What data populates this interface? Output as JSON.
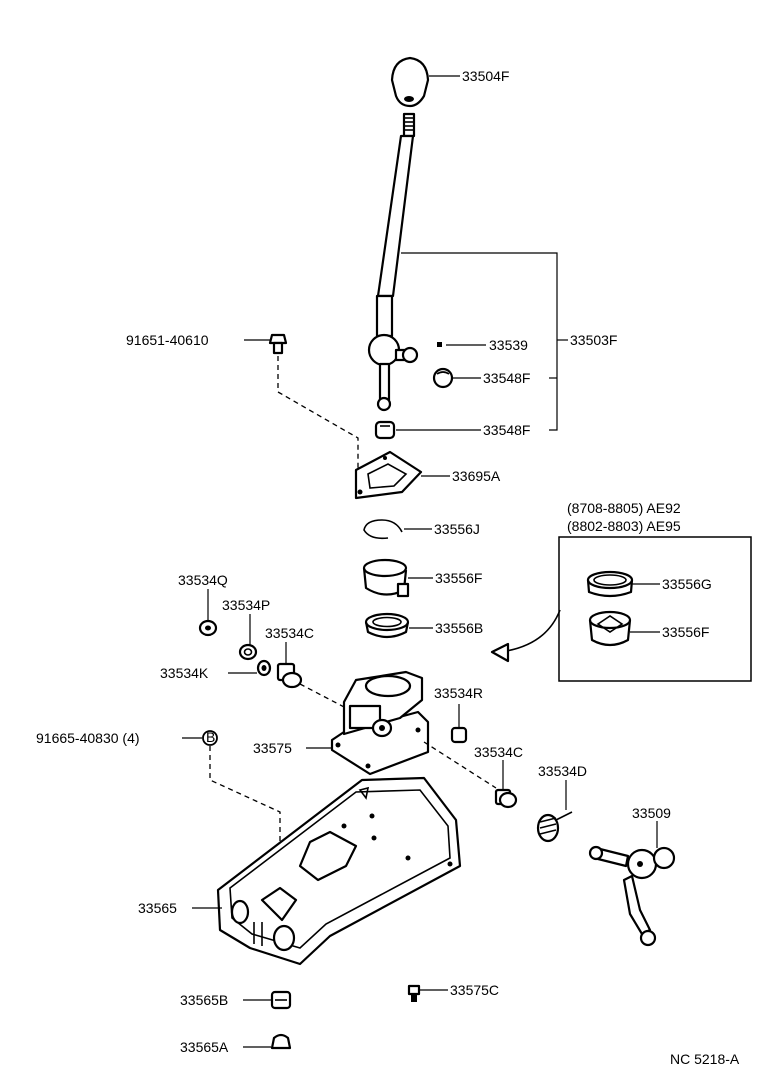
{
  "labels": {
    "p33504F": "33504F",
    "p33503F": "33503F",
    "p33539": "33539",
    "p33548F_a": "33548F",
    "p33548F_b": "33548F",
    "p91651": "91651-40610",
    "p33695A": "33695A",
    "p33556J": "33556J",
    "p33556F": "33556F",
    "p33556B": "33556B",
    "p33534Q": "33534Q",
    "p33534P": "33534P",
    "p33534C_a": "33534C",
    "p33534K": "33534K",
    "p33534R": "33534R",
    "p91665": "91665-40830 (4)",
    "p33575": "33575",
    "p33534C_b": "33534C",
    "p33534D": "33534D",
    "p33509": "33509",
    "p33565": "33565",
    "p33565B": "33565B",
    "p33575C": "33575C",
    "p33565A": "33565A",
    "inset_line1": "(8708-8805) AE92",
    "inset_line2": "(8802-8803) AE95",
    "inset_33556G": "33556G",
    "inset_33556F": "33556F",
    "footer_code": "NC  5218-A"
  },
  "markers": {
    "bolt_callout": "B"
  },
  "colors": {
    "line": "#000000",
    "background": "#ffffff"
  }
}
